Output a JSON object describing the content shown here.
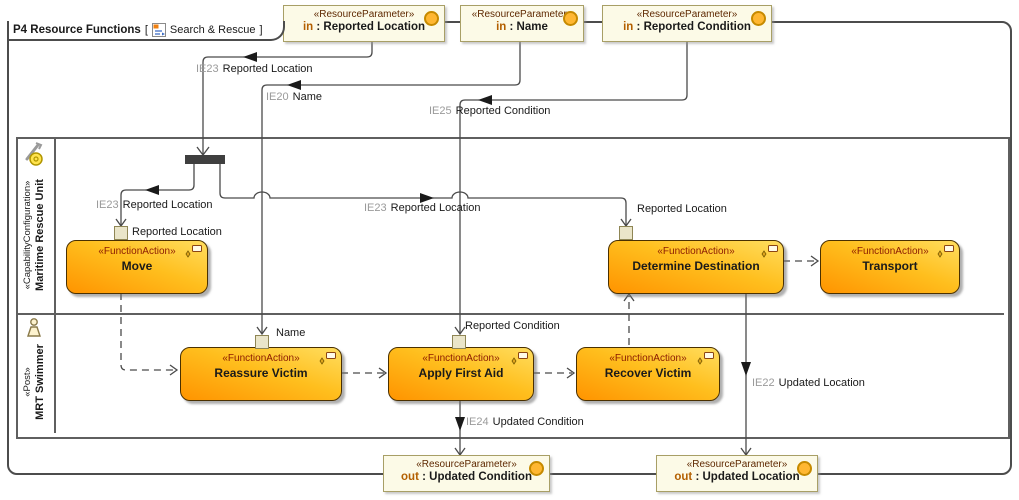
{
  "title": {
    "name": "P4 Resource Functions",
    "bracket_open": "[",
    "diagram_kind": "Search & Rescue",
    "bracket_close": "]"
  },
  "lanes": {
    "maritime": {
      "stereotype": "«CapabilityConfiguration»",
      "name": "Maritime Rescue Unit"
    },
    "swimmer": {
      "stereotype": "«Post»",
      "name": "MRT Swimmer"
    }
  },
  "stereotypes": {
    "resource_parameter": "«ResourceParameter»",
    "function_action": "«FunctionAction»"
  },
  "parameters": {
    "reported_location": {
      "direction": "in",
      "label": ": Reported Location"
    },
    "name": {
      "direction": "in",
      "label": ": Name"
    },
    "reported_condition": {
      "direction": "in",
      "label": ": Reported Condition"
    },
    "updated_condition": {
      "direction": "out",
      "label": ": Updated Condition"
    },
    "updated_location": {
      "direction": "out",
      "label": ": Updated Location"
    }
  },
  "actions": {
    "move": "Move",
    "determine_destination": "Determine Destination",
    "transport": "Transport",
    "reassure_victim": "Reassure Victim",
    "apply_first_aid": "Apply First Aid",
    "recover_victim": "Recover Victim"
  },
  "pins": {
    "move_pin": "Reported Location",
    "determine_destination_pin": "Reported Location",
    "reassure_victim_pin": "Name",
    "apply_first_aid_pin": "Reported Condition"
  },
  "edge_labels": {
    "ie23_top": {
      "prefix": "IE23",
      "text": "Reported Location"
    },
    "ie20": {
      "prefix": "IE20",
      "text": "Name"
    },
    "ie25": {
      "prefix": "IE25",
      "text": "Reported Condition"
    },
    "ie23_left": {
      "prefix": "IE23",
      "text": "Reported Location"
    },
    "ie23_mid": {
      "prefix": "IE23",
      "text": "Reported Location"
    },
    "ie22": {
      "prefix": "IE22",
      "text": "Updated Location"
    },
    "ie24": {
      "prefix": "IE24",
      "text": "Updated Condition"
    }
  },
  "icons": {
    "diagram_tab_icon": "activity-diagram-page",
    "parameter_circle_icon": "orange-parameter-dot",
    "capability_configuration_icon": "wrench-and-clock",
    "post_icon": "person-silhouette",
    "action_behavior_icon": "note-and-rake",
    "fork_node": "black-fork-bar"
  },
  "colors": {
    "action_gradient_light": "#ffdd5e",
    "action_gradient_dark": "#ff9400",
    "param_fill": "#fcfae7",
    "param_border": "#a89f66",
    "stereotype_red": "#8b1a00",
    "keyword_orange": "#b35f00",
    "edge_prefix_gray": "#9a9a9a",
    "lane_border": "#5f5f5f",
    "fork_fill": "#3f3f3f"
  }
}
